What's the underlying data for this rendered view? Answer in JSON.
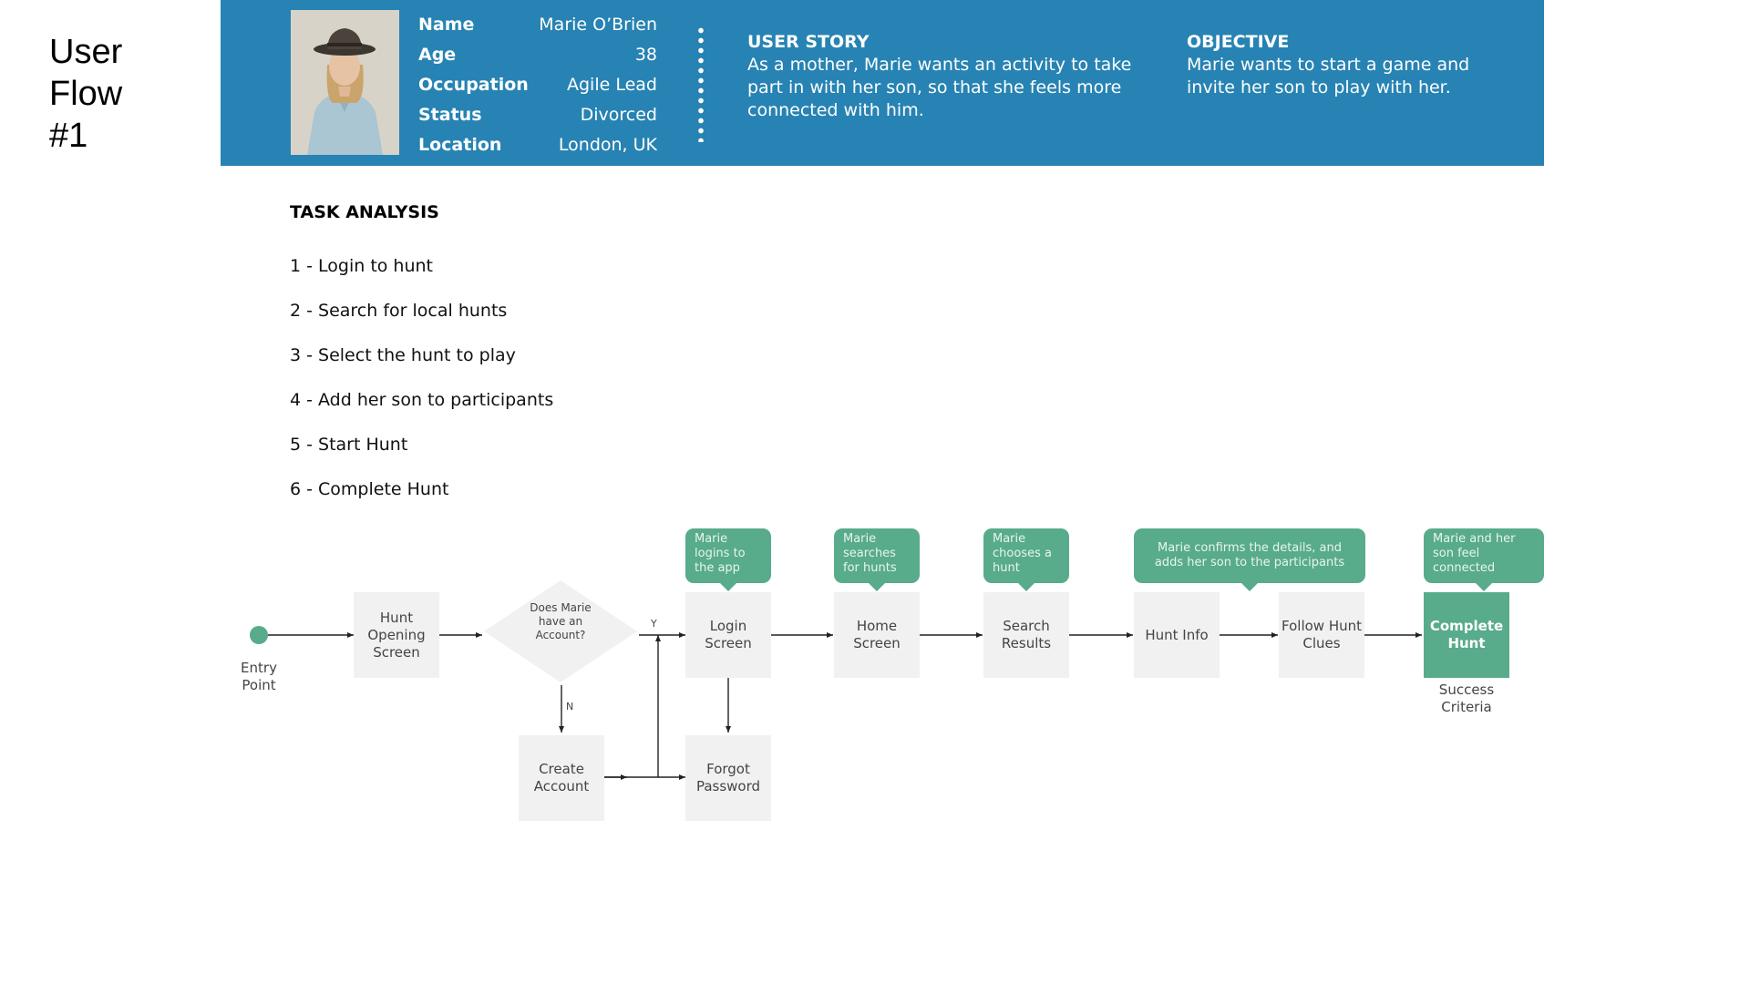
{
  "page_title": [
    "User",
    "Flow",
    "#1"
  ],
  "persona": {
    "fields": [
      {
        "key": "Name",
        "value": "Marie O’Brien"
      },
      {
        "key": "Age",
        "value": "38"
      },
      {
        "key": "Occupation",
        "value": "Agile Lead"
      },
      {
        "key": "Status",
        "value": "Divorced"
      },
      {
        "key": "Location",
        "value": "London, UK"
      }
    ],
    "user_story": {
      "heading": "USER STORY",
      "text": "As a mother, Marie wants an activity to take part in with her son, so that she feels more connected with him."
    },
    "objective": {
      "heading": "OBJECTIVE",
      "text": "Marie wants to start a game and invite her son to play with her."
    }
  },
  "task_analysis": {
    "heading": "TASK ANALYSIS",
    "steps": [
      "1 - Login to hunt",
      "2 - Search for local hunts",
      "3 - Select the hunt to play",
      "4 - Add her son to participants",
      "5 - Start Hunt",
      "6 - Complete Hunt"
    ]
  },
  "flow": {
    "entry_label": "Entry Point",
    "success_label": "Success Criteria",
    "decision": "Does Marie have an Account?",
    "yes": "Y",
    "no": "N",
    "steps": {
      "hunt_opening": "Hunt Opening Screen",
      "login": "Login Screen",
      "home": "Home Screen",
      "search_results": "Search Results",
      "hunt_info": "Hunt Info",
      "follow_clues": "Follow Hunt Clues",
      "complete": "Complete Hunt",
      "create_account": "Create Account",
      "forgot_password": "Forgot Password"
    },
    "notes": {
      "login": "Marie logins to the app",
      "home": "Marie searches for hunts",
      "search": "Marie chooses a hunt",
      "hunt_info": "Marie confirms the details, and adds her son to the participants",
      "complete": "Marie and her son feel connected"
    },
    "colors": {
      "banner": "#2783b3",
      "accent_green": "#58ab8b",
      "box_grey": "#f1f1f1"
    }
  }
}
